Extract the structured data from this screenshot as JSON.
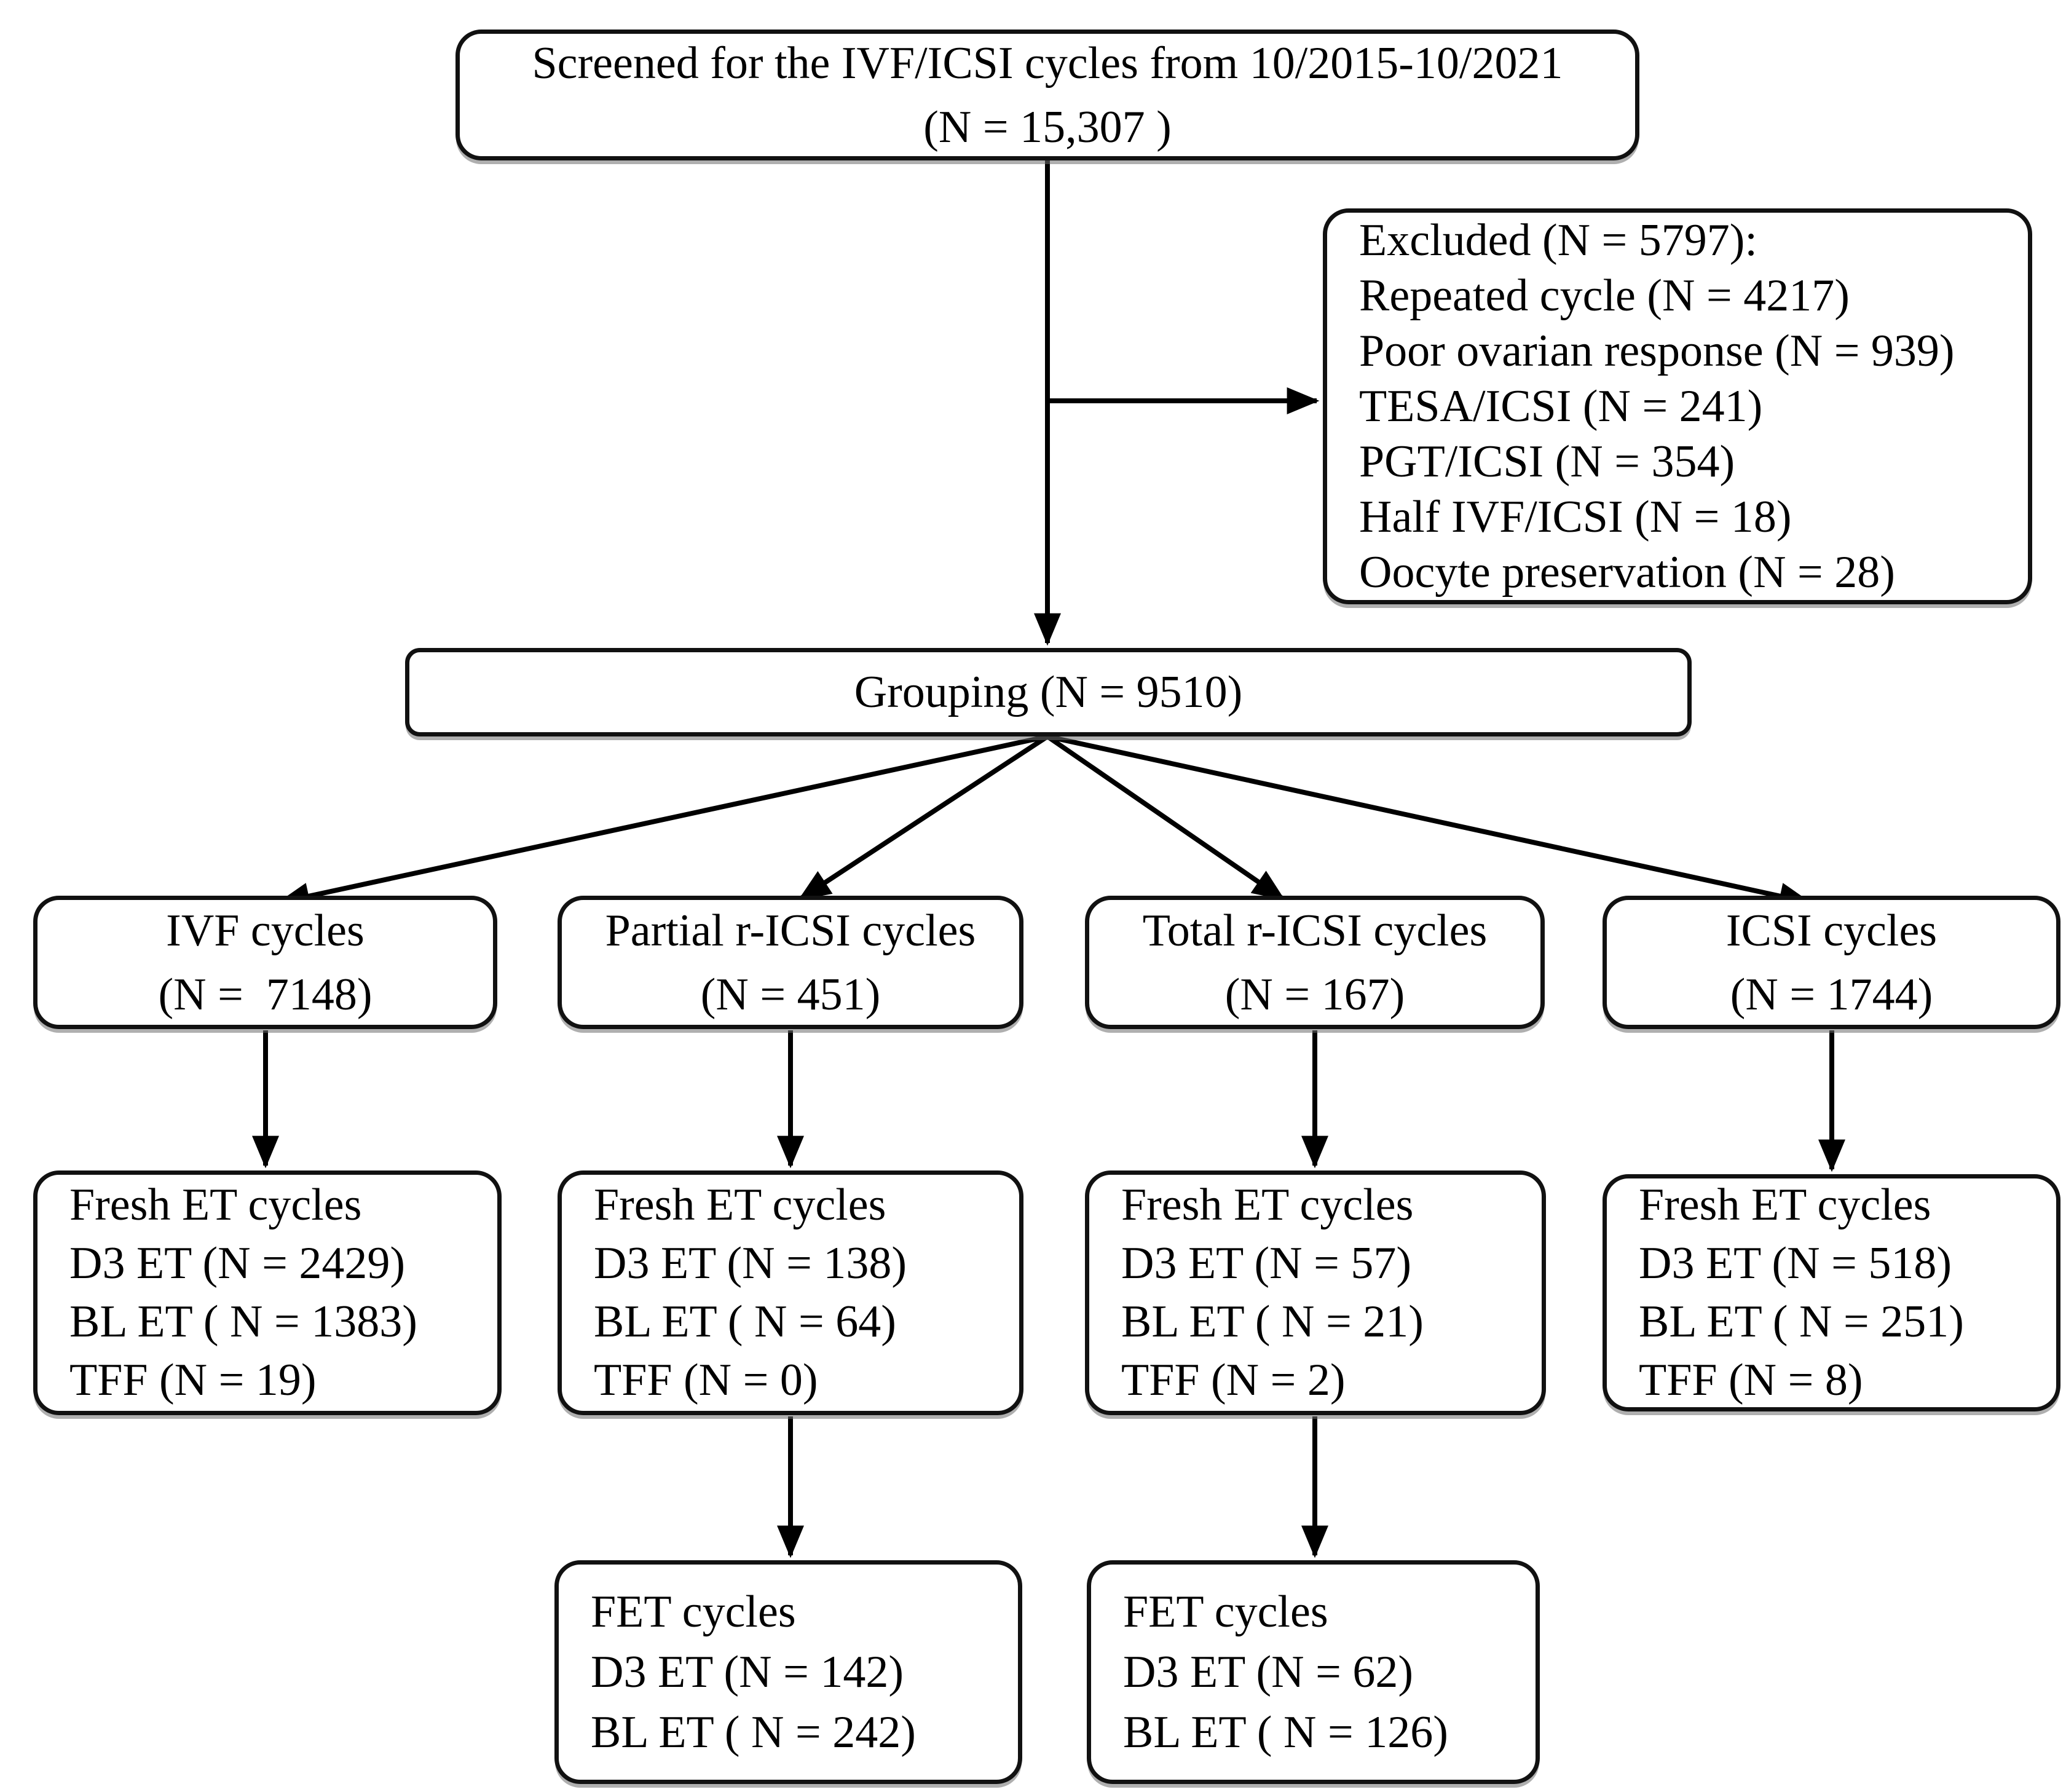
{
  "figure": {
    "background": "#ffffff",
    "line_color": "#000000",
    "screening": {
      "line1": "Screened for the IVF/ICSI cycles from 10/2015-10/2021",
      "line2": "(N = 15,307 )"
    },
    "excluded": {
      "lines": [
        "Excluded (N = 5797):",
        "Repeated cycle (N = 4217)",
        "Poor ovarian response (N = 939)",
        "TESA/ICSI (N = 241)",
        "PGT/ICSI (N = 354)",
        "Half IVF/ICSI (N = 18)",
        "Oocyte preservation (N = 28)"
      ]
    },
    "grouping": {
      "label": "Grouping (N = 9510)"
    },
    "groups": [
      {
        "name": "IVF cycles",
        "n": "(N =  7148)",
        "fresh": {
          "lines": [
            "Fresh ET cycles",
            "D3 ET (N = 2429)",
            "BL ET ( N = 1383)",
            "TFF (N = 19)"
          ]
        }
      },
      {
        "name": "Partial r-ICSI cycles",
        "n": "(N = 451)",
        "fresh": {
          "lines": [
            "Fresh ET cycles",
            "D3 ET (N = 138)",
            "BL ET ( N = 64)",
            "TFF (N = 0)"
          ]
        },
        "fet": {
          "lines": [
            "FET cycles",
            "D3 ET (N = 142)",
            "BL ET ( N = 242)"
          ]
        }
      },
      {
        "name": "Total r-ICSI cycles",
        "n": "(N = 167)",
        "fresh": {
          "lines": [
            "Fresh ET cycles",
            "D3 ET (N = 57)",
            "BL ET ( N = 21)",
            "TFF (N = 2)"
          ]
        },
        "fet": {
          "lines": [
            "FET cycles",
            "D3 ET (N = 62)",
            "BL ET ( N = 126)"
          ]
        }
      },
      {
        "name": "ICSI cycles",
        "n": "(N = 1744)",
        "fresh": {
          "lines": [
            "Fresh ET cycles",
            "D3 ET (N = 518)",
            "BL ET ( N = 251)",
            "TFF (N = 8)"
          ]
        }
      }
    ]
  }
}
